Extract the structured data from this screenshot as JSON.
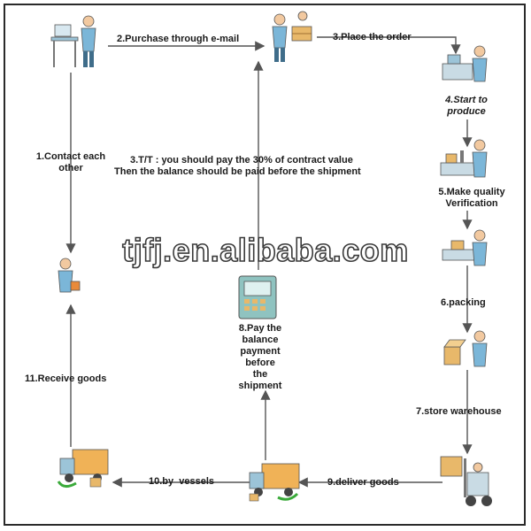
{
  "steps": {
    "s1": "1.Contact each\nother",
    "s2": "2.Purchase through e-mail",
    "s3": "3.Place the order",
    "s4": "4.Start to\nproduce",
    "s5": "5.Make quality\nVerification",
    "s6": "6.packing",
    "s7": "7.store warehouse",
    "s8": "8.Pay the\nbalance\npayment\nbefore\nthe\nshipment",
    "s9": "9.deliver goods",
    "s10": "10.by  vessels",
    "s11": "11.Receive goods"
  },
  "note": {
    "line1": "3.T/T : you should pay the 30% of contract value",
    "line2": "Then the balance should be paid before the shipment"
  },
  "watermark": "tjfj.en.alibaba.com",
  "colors": {
    "arrow": "#555555",
    "person_shirt": "#7bb6d8",
    "person_skin": "#f2c9a0",
    "box": "#e8b86a",
    "truck": "#f0b257",
    "terminal": "#8fc3c0"
  }
}
